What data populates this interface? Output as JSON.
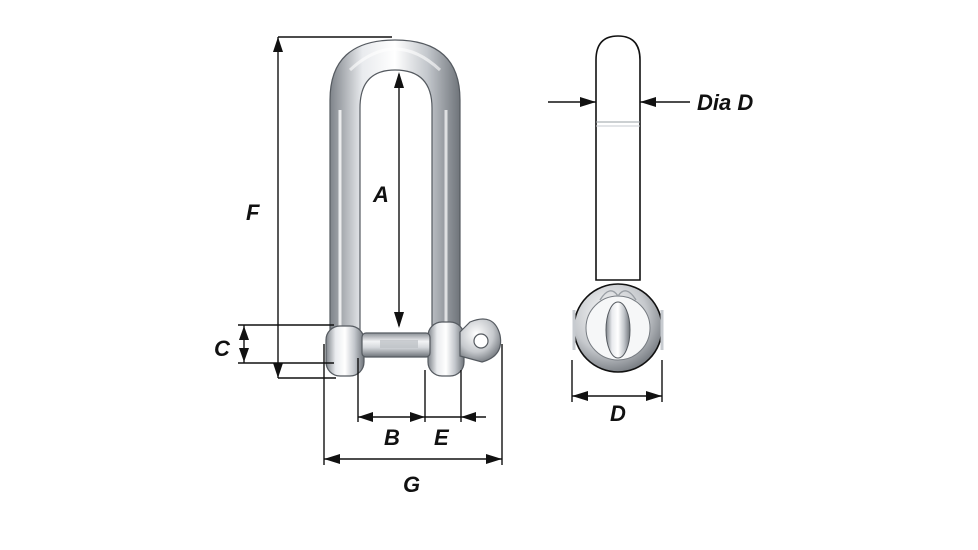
{
  "labels": {
    "a": "A",
    "b": "B",
    "c": "C",
    "d": "D",
    "dia_d": "Dia D",
    "e": "E",
    "f": "F",
    "g": "G"
  },
  "colors": {
    "background": "#ffffff",
    "metal_light": "#f4f5f6",
    "metal_mid": "#c9ccd0",
    "metal_dark": "#8a8e93",
    "outline": "#111111"
  }
}
